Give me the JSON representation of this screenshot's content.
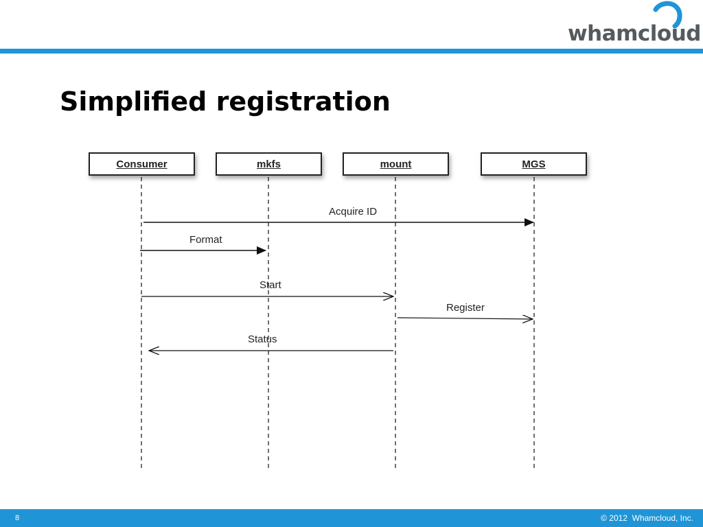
{
  "header": {
    "logo_text": "whamcloud",
    "accent_color": "#1f95d8"
  },
  "title": "Simplified registration",
  "diagram": {
    "actors": [
      {
        "label": "Consumer"
      },
      {
        "label": "mkfs"
      },
      {
        "label": "mount"
      },
      {
        "label": "MGS"
      }
    ],
    "messages": [
      {
        "label": "Acquire ID",
        "from": "Consumer",
        "to": "MGS",
        "arrow": "filled"
      },
      {
        "label": "Format",
        "from": "Consumer",
        "to": "mkfs",
        "arrow": "filled"
      },
      {
        "label": "Start",
        "from": "Consumer",
        "to": "mount",
        "arrow": "open"
      },
      {
        "label": "Register",
        "from": "mount",
        "to": "MGS",
        "arrow": "open"
      },
      {
        "label": "Status",
        "from": "mount",
        "to": "Consumer",
        "arrow": "open"
      }
    ]
  },
  "footer": {
    "page_number": "8",
    "copyright": "© 2012  Whamcloud, Inc."
  }
}
